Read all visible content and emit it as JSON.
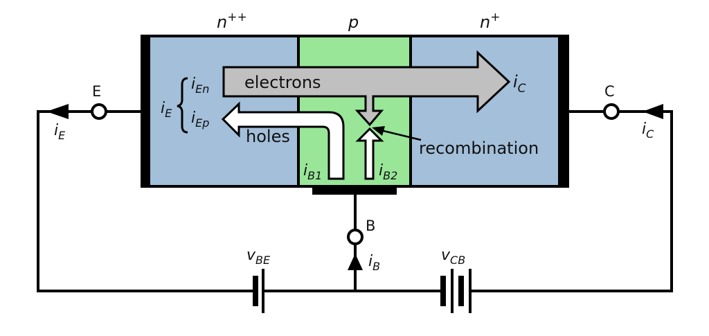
{
  "title": "NPN bipolar junction transistor current flow diagram",
  "regions": [
    {
      "id": "emitter",
      "label": "n",
      "superscript": "++",
      "color": "#a3bfd9"
    },
    {
      "id": "base",
      "label": "p",
      "superscript": "",
      "color": "#99e699"
    },
    {
      "id": "collector",
      "label": "n",
      "superscript": "+",
      "color": "#a3bfd9"
    }
  ],
  "terminals": {
    "emitter": {
      "label": "E",
      "current": "i",
      "current_sub": "E"
    },
    "collector": {
      "label": "C",
      "current": "i",
      "current_sub": "C"
    },
    "base": {
      "label": "B",
      "current": "i",
      "current_sub": "B"
    }
  },
  "flows": {
    "electrons": {
      "label": "electrons",
      "color": "#c0c0c0",
      "current": "i",
      "current_sub": "C"
    },
    "holes": {
      "label": "holes",
      "color": "#ffffff"
    },
    "recombination": {
      "label": "recombination"
    },
    "iB1": {
      "main": "i",
      "sub": "B1"
    },
    "iB2": {
      "main": "i",
      "sub": "B2"
    }
  },
  "emitter_breakdown": {
    "total": {
      "main": "i",
      "sub": "E"
    },
    "components": [
      {
        "main": "i",
        "sub": "En"
      },
      {
        "main": "i",
        "sub": "Ep"
      }
    ]
  },
  "sources": [
    {
      "id": "vBE",
      "main": "v",
      "sub": "BE",
      "cells": 1
    },
    {
      "id": "vCB",
      "main": "v",
      "sub": "CB",
      "cells": 2
    }
  ]
}
